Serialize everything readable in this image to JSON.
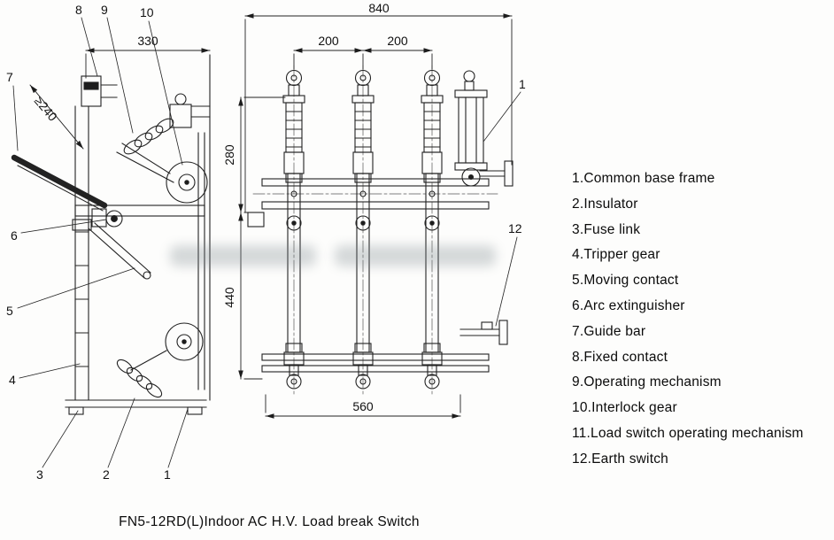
{
  "caption": "FN5-12RD(L)Indoor AC H.V. Load break Switch",
  "dimensions": {
    "top_width": "840",
    "left_top_width": "330",
    "pole_spacing_1": "200",
    "pole_spacing_2": "200",
    "upper_height": "280",
    "total_height": "440",
    "base_width": "560",
    "min_clearance": "≥240"
  },
  "callouts": {
    "c1_left": "1",
    "c2": "2",
    "c3": "3",
    "c4": "4",
    "c5": "5",
    "c6": "6",
    "c7": "7",
    "c8": "8",
    "c9": "9",
    "c10": "10",
    "c1_right": "1",
    "c12": "12"
  },
  "legend": {
    "items": [
      {
        "text": "1.Common base frame"
      },
      {
        "text": "2.Insulator"
      },
      {
        "text": "3.Fuse link"
      },
      {
        "text": "4.Tripper gear"
      },
      {
        "text": "5.Moving contact"
      },
      {
        "text": "6.Arc extinguisher"
      },
      {
        "text": "7.Guide bar"
      },
      {
        "text": "8.Fixed contact"
      },
      {
        "text": "9.Operating mechanism"
      },
      {
        "text": "10.Interlock gear"
      },
      {
        "text": "11.Load switch operating mechanism"
      },
      {
        "text": "12.Earth switch"
      }
    ]
  }
}
